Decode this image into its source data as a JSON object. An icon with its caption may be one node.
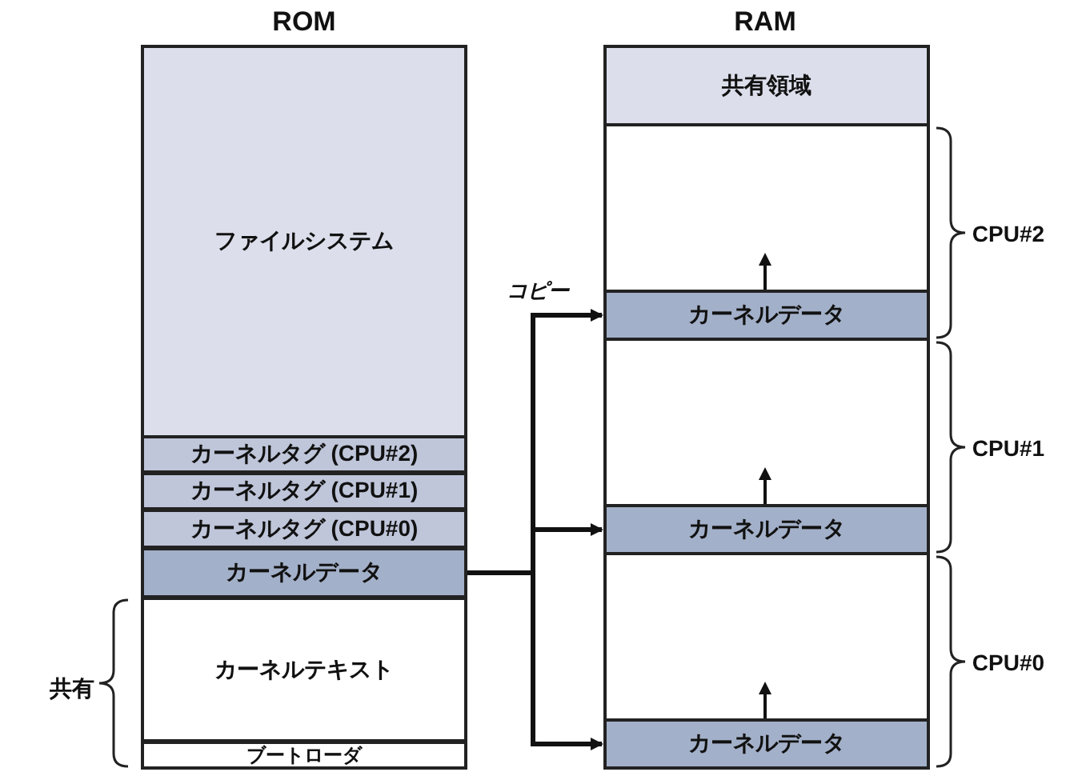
{
  "diagram": {
    "nodes": [
      {
        "text": [
          "ファイルシステム"
        ]
      },
      {
        "text": [
          "カーネルタグ (CPU#2)"
        ]
      },
      {
        "text": [
          "カーネルタグ (CPU#1)"
        ]
      },
      {
        "text": [
          "カーネルタグ (CPU#0)"
        ]
      },
      {
        "text": [
          "カーネルデータ"
        ]
      },
      {
        "text": [
          "カーネルテキスト"
        ]
      },
      {
        "text": [
          "ブートローダ"
        ]
      },
      {
        "text": [
          "共有領域"
        ]
      },
      {
        "text": [
          "カーネルデータ"
        ]
      },
      {
        "text": [
          "カーネルデータ"
        ]
      },
      {
        "text": [
          "カーネルデータ"
        ]
      }
    ],
    "edges": [
      {
        "from": 4,
        "to": 8,
        "arrow": "to",
        "label": "コピー"
      },
      {
        "from": 4,
        "to": 9,
        "arrow": "to"
      },
      {
        "from": 4,
        "to": 10,
        "arrow": "to"
      }
    ],
    "labels": [
      "ROM",
      "RAM",
      "CPU#2",
      "CPU#1",
      "CPU#0",
      "共有"
    ]
  }
}
